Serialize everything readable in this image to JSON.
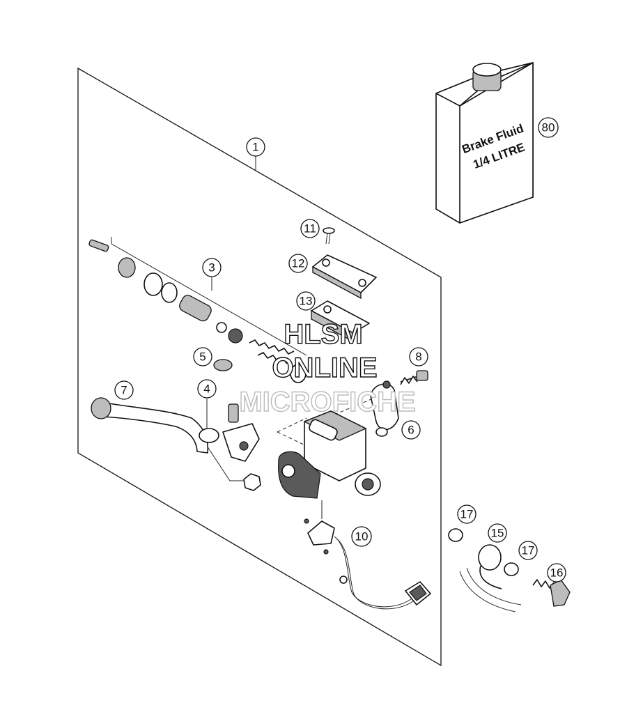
{
  "callouts": {
    "c1": "1",
    "c3": "3",
    "c4": "4",
    "c5": "5",
    "c6": "6",
    "c7": "7",
    "c8": "8",
    "c10": "10",
    "c11": "11",
    "c12": "12",
    "c13": "13",
    "c15": "15",
    "c16": "16",
    "c17a": "17",
    "c17b": "17",
    "c80": "80"
  },
  "brake_fluid_label": {
    "line1": "Brake Fluid",
    "line2": "1/4 LITRE"
  },
  "watermark": {
    "line1": "HLSM",
    "line2": "ONLINE",
    "line3": "MICROFICHE"
  }
}
